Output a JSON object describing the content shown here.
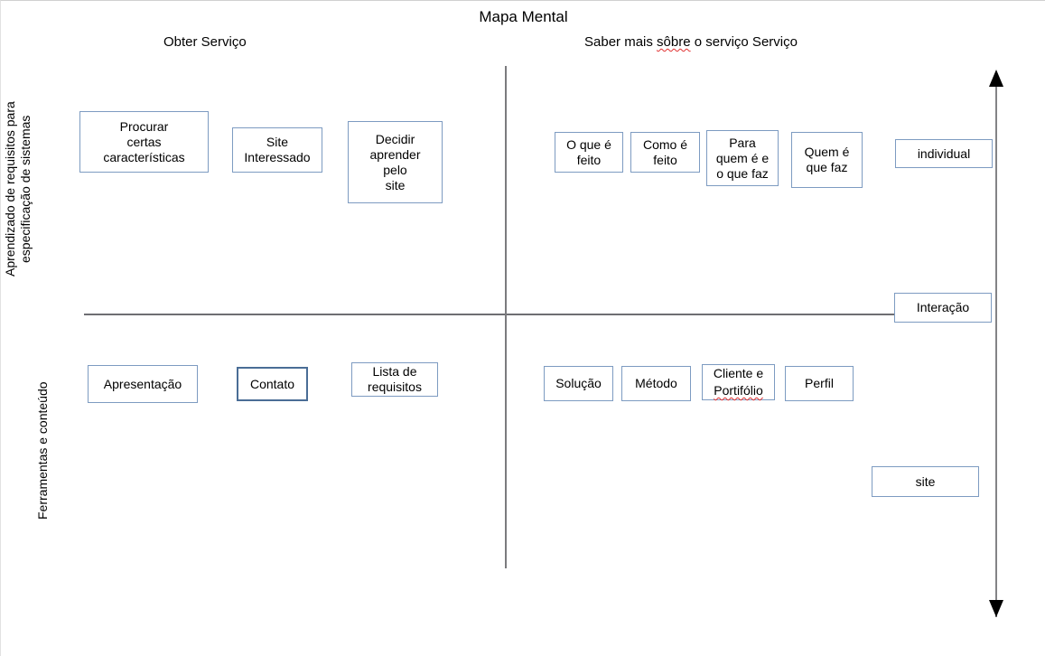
{
  "title": "Mapa Mental",
  "headers": {
    "left": "Obter Serviço",
    "right_part1": "Saber mais ",
    "right_misspelled": "sôbre",
    "right_part2": " o serviço Serviço"
  },
  "row_labels": {
    "top": "Aprendizado de requisitos para\nespecificação de sistemas",
    "bottom": "Ferramentas e conteúdo"
  },
  "colors": {
    "node_border": "#7d9bc1",
    "node_border_strong": "#4a6d96",
    "axis": "#6e6e72",
    "arrow": "#000000",
    "spellcheck": "#e03030"
  },
  "nodes": {
    "top_left": [
      {
        "name": "procurar-certas-caracteristicas",
        "label": "Procurar\ncertas\ncaracterísticas"
      },
      {
        "name": "site-interessado",
        "label": "Site\nInteressado"
      },
      {
        "name": "decidir-aprender-pelo-site",
        "label": "Decidir\naprender\npelo\nsite"
      }
    ],
    "top_right": [
      {
        "name": "o-que-e-feito",
        "label": "O que é\nfeito"
      },
      {
        "name": "como-e-feito",
        "label": "Como é\nfeito"
      },
      {
        "name": "para-quem-e-e-o-que-faz",
        "label": "Para\nquem é e\no que faz"
      },
      {
        "name": "quem-e-que-faz",
        "label": "Quem é\nque faz"
      },
      {
        "name": "individual",
        "label": "individual"
      }
    ],
    "axis_node": {
      "name": "interacao",
      "label": "Interação"
    },
    "bottom_left": [
      {
        "name": "apresentacao",
        "label": "Apresentação"
      },
      {
        "name": "contato",
        "label": "Contato"
      },
      {
        "name": "lista-de-requisitos",
        "label": "Lista de\nrequisitos"
      }
    ],
    "bottom_right": [
      {
        "name": "solucao",
        "label": "Solução"
      },
      {
        "name": "metodo",
        "label": "Método"
      },
      {
        "name": "cliente-e-portifolio-line1",
        "label": "Cliente e"
      },
      {
        "name": "cliente-e-portifolio-line2",
        "label": "Portifólio"
      },
      {
        "name": "perfil",
        "label": "Perfil"
      },
      {
        "name": "site",
        "label": "site"
      }
    ]
  }
}
